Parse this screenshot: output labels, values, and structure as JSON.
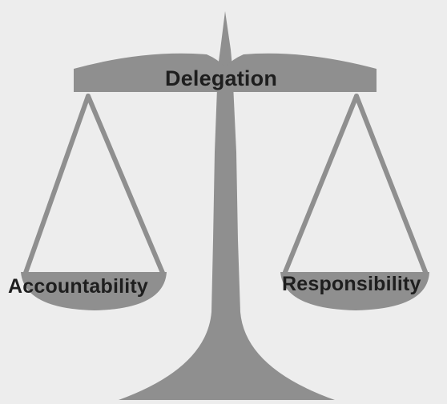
{
  "diagram": {
    "beam_label": "Delegation",
    "left_pan_label": "Accountability",
    "right_pan_label": "Responsibility",
    "colors": {
      "background": "#ededed",
      "scale_fill": "#8f8f8f",
      "label_text": "#1e1e1e"
    }
  }
}
